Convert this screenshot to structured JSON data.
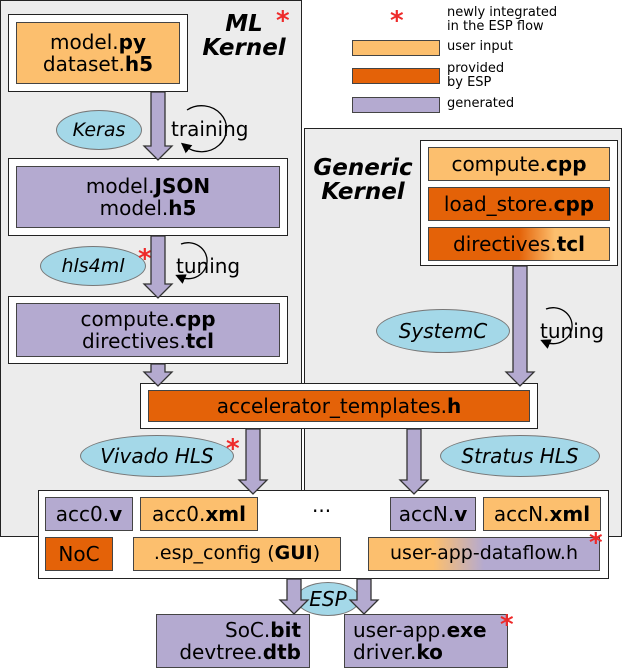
{
  "legend": {
    "new_label": "newly integrated\nin the ESP flow",
    "input_label": "user input",
    "esp_label": "provided\nby ESP",
    "gen_label": "generated",
    "colors": {
      "input": "#fcbf6e",
      "esp": "#e46208",
      "gen": "#b4aad0",
      "star": "#ee2a2a",
      "ellipse": "#a4d8e8"
    }
  },
  "star": "*",
  "ml_kernel": {
    "title": "ML\nKernel",
    "model_py": {
      "pre": "model.",
      "bold": "py"
    },
    "dataset_h5": {
      "pre": "dataset.",
      "bold": "h5"
    },
    "keras": "Keras",
    "training": "training",
    "model_json": {
      "pre": "model.",
      "bold": "JSON"
    },
    "model_h5": {
      "pre": "model.",
      "bold": "h5"
    },
    "hls4ml": "hls4ml",
    "tuning": "tuning",
    "compute_cpp": {
      "pre": "compute.",
      "bold": "cpp"
    },
    "directives_tcl": {
      "pre": "directives.",
      "bold": "tcl"
    }
  },
  "generic_kernel": {
    "title": "Generic\nKernel",
    "compute_cpp": {
      "pre": "compute.",
      "bold": "cpp"
    },
    "load_store_cpp": {
      "pre": "load_store.",
      "bold": "cpp"
    },
    "directives_tcl": {
      "pre": "directives.",
      "bold": "tcl"
    },
    "systemc": "SystemC",
    "tuning": "tuning"
  },
  "accelerator_templates": {
    "pre": "accelerator_templates.",
    "bold": "h"
  },
  "vivado_hls": "Vivado HLS",
  "stratus_hls": "Stratus HLS",
  "esp_box": {
    "acc0_v": {
      "pre": "acc0.",
      "bold": "v"
    },
    "acc0_xml": {
      "pre": "acc0.",
      "bold": "xml"
    },
    "ellipsis": "···",
    "accN_v": {
      "pre": "accN.",
      "bold": "v"
    },
    "accN_xml": {
      "pre": "accN.",
      "bold": "xml"
    },
    "noc": "NoC",
    "esp_config": {
      "pre": ".esp_config (",
      "bold": "GUI",
      "post": ")"
    },
    "user_app_dataflow": "user-app-dataflow.h"
  },
  "esp": "ESP",
  "outputs": {
    "soc_bit": {
      "pre": "SoC.",
      "bold": "bit"
    },
    "devtree_dtb": {
      "pre": "devtree.",
      "bold": "dtb"
    },
    "user_app_exe": {
      "pre": "user-app.",
      "bold": "exe"
    },
    "driver_ko": {
      "pre": "driver.",
      "bold": "ko"
    }
  }
}
